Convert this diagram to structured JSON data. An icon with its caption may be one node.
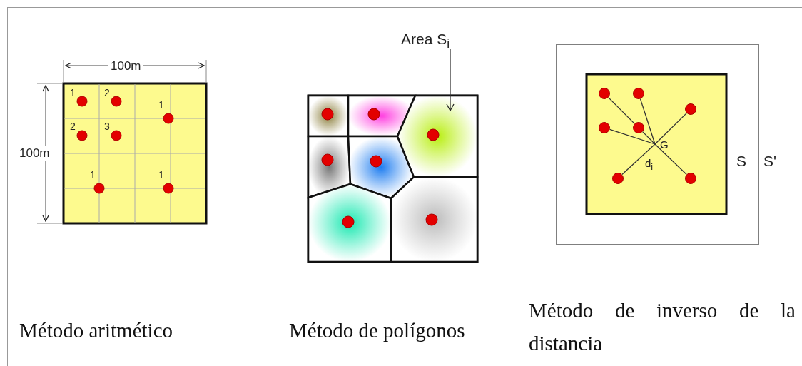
{
  "diagram": {
    "nodes": [
      {
        "text": [
          "Area S$_{i}$"
        ]
      },
      {
        "text": [],
        "shape": "polygon"
      },
      {
        "text": [],
        "shape": "circle"
      },
      {
        "text": [],
        "shape": "circle"
      },
      {
        "text": [],
        "shape": "circle"
      },
      {
        "text": [],
        "shape": "circle"
      },
      {
        "text": [],
        "shape": "circle"
      },
      {
        "text": [],
        "shape": "circle"
      },
      {
        "text": [],
        "shape": "circle"
      },
      {
        "text": [
          "G"
        ]
      }
    ],
    "edges": [
      {
        "from": 0,
        "to": 1,
        "arrow": "to"
      },
      {
        "from": 2,
        "to": 6,
        "arrow": "none"
      },
      {
        "from": 3,
        "to": 9,
        "arrow": "none"
      },
      {
        "from": 4,
        "to": 9,
        "arrow": "none"
      },
      {
        "from": 5,
        "to": 9,
        "arrow": "none"
      },
      {
        "from": 6,
        "to": 9,
        "arrow": "none"
      },
      {
        "from": 7,
        "to": 9,
        "arrow": "none",
        "label": "d$_{i}$"
      },
      {
        "from": 8,
        "to": 9,
        "arrow": "none"
      }
    ],
    "labels": [
      "100m",
      "1",
      "2",
      "1",
      "100m",
      "2",
      "3",
      "1",
      "1",
      "S",
      "S'",
      "Método aritmético",
      "Método de polígonos",
      "Método de inverso de la distancia"
    ]
  }
}
